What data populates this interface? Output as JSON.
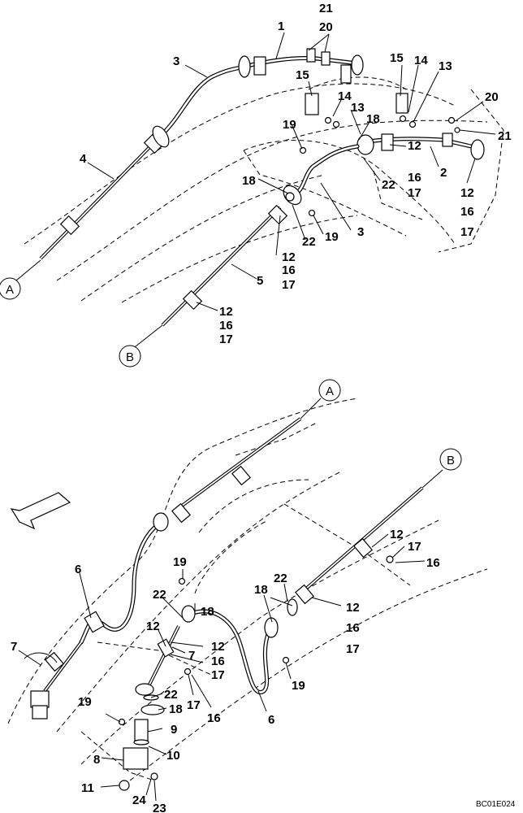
{
  "diagram": {
    "figure_code": "BC01E024",
    "connectors": {
      "a": "A",
      "b": "B"
    },
    "callouts": [
      {
        "id": "t-21",
        "text": "21"
      },
      {
        "id": "t-20",
        "text": "20"
      },
      {
        "id": "t-1",
        "text": "1"
      },
      {
        "id": "t-3",
        "text": "3"
      },
      {
        "id": "t-15a",
        "text": "15"
      },
      {
        "id": "t-14a",
        "text": "14"
      },
      {
        "id": "t-13a",
        "text": "13"
      },
      {
        "id": "t-15b",
        "text": "15"
      },
      {
        "id": "t-14b",
        "text": "14"
      },
      {
        "id": "t-13b",
        "text": "13"
      },
      {
        "id": "t-20b",
        "text": "20"
      },
      {
        "id": "t-19a",
        "text": "19"
      },
      {
        "id": "t-18a",
        "text": "18"
      },
      {
        "id": "t-21b",
        "text": "21"
      },
      {
        "id": "t-4",
        "text": "4"
      },
      {
        "id": "t-12a",
        "text": "12"
      },
      {
        "id": "t-16a",
        "text": "16"
      },
      {
        "id": "t-2",
        "text": "2"
      },
      {
        "id": "t-17a",
        "text": "17"
      },
      {
        "id": "t-22a",
        "text": "22"
      },
      {
        "id": "t-18b",
        "text": "18"
      },
      {
        "id": "t-12b",
        "text": "12"
      },
      {
        "id": "t-16b",
        "text": "16"
      },
      {
        "id": "t-17b",
        "text": "17"
      },
      {
        "id": "t-19b",
        "text": "19"
      },
      {
        "id": "t-22b",
        "text": "22"
      },
      {
        "id": "t-3b",
        "text": "3"
      },
      {
        "id": "t-12c",
        "text": "12"
      },
      {
        "id": "t-16c",
        "text": "16"
      },
      {
        "id": "t-17c",
        "text": "17"
      },
      {
        "id": "t-5",
        "text": "5"
      },
      {
        "id": "t-12d",
        "text": "12"
      },
      {
        "id": "t-16d",
        "text": "16"
      },
      {
        "id": "t-17d",
        "text": "17"
      },
      {
        "id": "t-12e",
        "text": "12"
      },
      {
        "id": "t-17e",
        "text": "17"
      },
      {
        "id": "t-16e",
        "text": "16"
      },
      {
        "id": "t-19c",
        "text": "19"
      },
      {
        "id": "t-6a",
        "text": "6"
      },
      {
        "id": "t-22c",
        "text": "22"
      },
      {
        "id": "t-18c",
        "text": "18"
      },
      {
        "id": "t-22d",
        "text": "22"
      },
      {
        "id": "t-18d",
        "text": "18"
      },
      {
        "id": "t-12f",
        "text": "12"
      },
      {
        "id": "t-16f",
        "text": "16"
      },
      {
        "id": "t-17f",
        "text": "17"
      },
      {
        "id": "t-7a",
        "text": "7"
      },
      {
        "id": "t-12g",
        "text": "12"
      },
      {
        "id": "t-7b",
        "text": "7"
      },
      {
        "id": "t-12h",
        "text": "12"
      },
      {
        "id": "t-16g",
        "text": "16"
      },
      {
        "id": "t-17g",
        "text": "17"
      },
      {
        "id": "t-17h",
        "text": "17"
      },
      {
        "id": "t-16h",
        "text": "16"
      },
      {
        "id": "t-22e",
        "text": "22"
      },
      {
        "id": "t-18e",
        "text": "18"
      },
      {
        "id": "t-19d",
        "text": "19"
      },
      {
        "id": "t-6b",
        "text": "6"
      },
      {
        "id": "t-19e",
        "text": "19"
      },
      {
        "id": "t-9",
        "text": "9"
      },
      {
        "id": "t-10",
        "text": "10"
      },
      {
        "id": "t-8",
        "text": "8"
      },
      {
        "id": "t-11",
        "text": "11"
      },
      {
        "id": "t-24",
        "text": "24"
      },
      {
        "id": "t-23",
        "text": "23"
      }
    ]
  }
}
